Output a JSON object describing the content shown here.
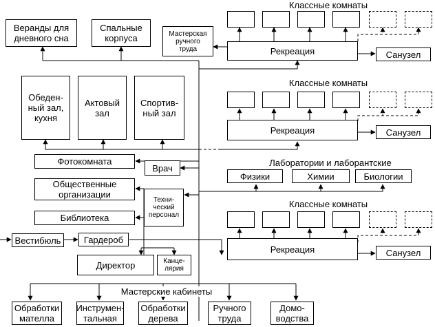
{
  "labels": {
    "classrooms_top": "Классные комнаты",
    "classrooms_mid": "Классные комнаты",
    "labs_title": "Лаборатории и лаборантские",
    "classrooms_bottom": "Классные комнаты",
    "workshops_title": "Мастерские кабинеты"
  },
  "boxes": {
    "verandas": "Веранды для\nдневного сна",
    "dorms": "Спальные\nкорпуса",
    "craft_workshop": "Мастерская\nручного\nтруда",
    "recreation_1": "Рекреация",
    "wc_1": "Санузел",
    "dining": "Обеден-\nный зал,\nкухня",
    "assembly": "Актовый\nзал",
    "gym": "Спортив-\nный зал",
    "recreation_2": "Рекреация",
    "wc_2": "Санузел",
    "photo_room": "Фотокомната",
    "doctor": "Врач",
    "physics": "Физики",
    "chemistry": "Химии",
    "biology": "Биологии",
    "public_orgs": "Общественные\nорганизации",
    "tech_staff": "Техни-\nческий\nперсонал",
    "library": "Библиотека",
    "recreation_3": "Рекреация",
    "vestibule": "Вестибюль",
    "cloakroom": "Гардероб",
    "director": "Директор",
    "office": "Канце-\nлярия",
    "wc_3": "Санузел",
    "metalwork": "Обработки\nмателла",
    "tools": "Инструмен-\nтальная",
    "woodwork": "Обработки\nдерева",
    "handcraft": "Ручного\nтруда",
    "housekeeping": "Домо-\nводства"
  }
}
